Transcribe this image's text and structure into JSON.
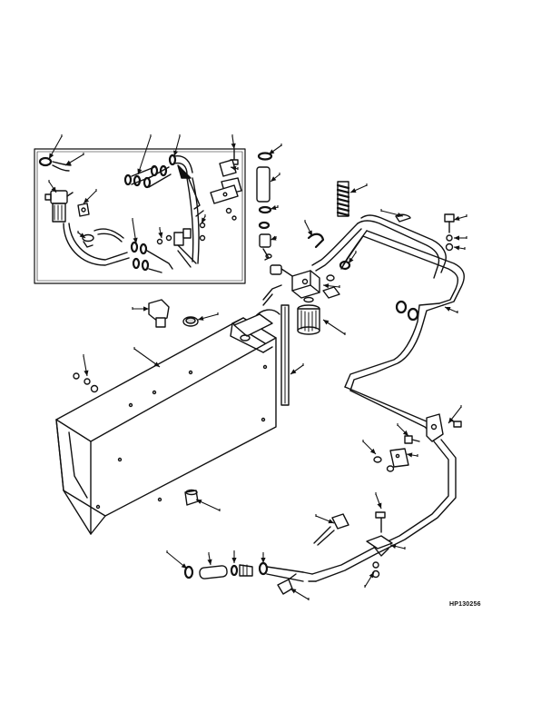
{
  "figure": {
    "id_label": "HP130256",
    "colors": {
      "line": "#111111",
      "background": "#ffffff",
      "shade": "#d8d8d8"
    }
  },
  "inset": {
    "name": "fuel-filter-detail-inset"
  },
  "callouts": [
    {
      "name": "callout-arrow",
      "target": "inset-hose-clamp-left"
    },
    {
      "name": "callout-arrow",
      "target": "inset-hose-left"
    },
    {
      "name": "callout-arrow",
      "target": "inset-clamp-pair-upper"
    },
    {
      "name": "callout-arrow",
      "target": "inset-elbow-upper"
    },
    {
      "name": "callout-arrow",
      "target": "inset-screw-upper"
    },
    {
      "name": "callout-arrow",
      "target": "inset-bracket-right"
    },
    {
      "name": "callout-arrow",
      "target": "inset-filter-assembly"
    },
    {
      "name": "callout-arrow",
      "target": "inset-fitting"
    },
    {
      "name": "callout-arrow",
      "target": "inset-washer"
    },
    {
      "name": "callout-arrow",
      "target": "inset-clamps-lower"
    },
    {
      "name": "callout-arrow",
      "target": "inset-screw-lower"
    },
    {
      "name": "callout-arrow",
      "target": "inset-nut-lower"
    },
    {
      "name": "callout-arrow",
      "target": "hose-clamp-top"
    },
    {
      "name": "callout-arrow",
      "target": "filler-tube"
    },
    {
      "name": "callout-arrow",
      "target": "clamp-upper-mid"
    },
    {
      "name": "callout-arrow",
      "target": "tube-fitting-mid"
    },
    {
      "name": "callout-arrow",
      "target": "spring-guard"
    },
    {
      "name": "callout-arrow",
      "target": "clip"
    },
    {
      "name": "callout-arrow",
      "target": "bolt-right-top"
    },
    {
      "name": "callout-arrow",
      "target": "washer-right"
    },
    {
      "name": "callout-arrow",
      "target": "nut-right"
    },
    {
      "name": "callout-arrow",
      "target": "clamp-loop"
    },
    {
      "name": "callout-arrow",
      "target": "hose-clamp-center"
    },
    {
      "name": "callout-arrow",
      "target": "filter-head"
    },
    {
      "name": "callout-arrow",
      "target": "fuel-filter"
    },
    {
      "name": "callout-arrow",
      "target": "fuel-line-right"
    },
    {
      "name": "callout-arrow",
      "target": "sender-unit"
    },
    {
      "name": "callout-arrow",
      "target": "fuel-cap"
    },
    {
      "name": "callout-arrow",
      "target": "fuel-tank"
    },
    {
      "name": "callout-arrow",
      "target": "tank-strap"
    },
    {
      "name": "callout-arrow",
      "target": "tank-bolt"
    },
    {
      "name": "callout-arrow",
      "target": "drain-plug"
    },
    {
      "name": "callout-arrow",
      "target": "bracket-clamp-right"
    },
    {
      "name": "callout-arrow",
      "target": "screw-right-mid"
    },
    {
      "name": "callout-arrow",
      "target": "bracket-plate"
    },
    {
      "name": "callout-arrow",
      "target": "washer-lower-right"
    },
    {
      "name": "callout-arrow",
      "target": "valve-fitting"
    },
    {
      "name": "callout-arrow",
      "target": "bolt-lower"
    },
    {
      "name": "callout-arrow",
      "target": "clamp-lower"
    },
    {
      "name": "callout-arrow",
      "target": "nut-lower"
    },
    {
      "name": "callout-arrow",
      "target": "hose-clamp-bottom"
    },
    {
      "name": "callout-arrow",
      "target": "hose-bottom"
    },
    {
      "name": "callout-arrow",
      "target": "fitting-bottom"
    },
    {
      "name": "callout-arrow",
      "target": "elbow-bottom"
    },
    {
      "name": "callout-arrow",
      "target": "clip-bottom"
    }
  ]
}
